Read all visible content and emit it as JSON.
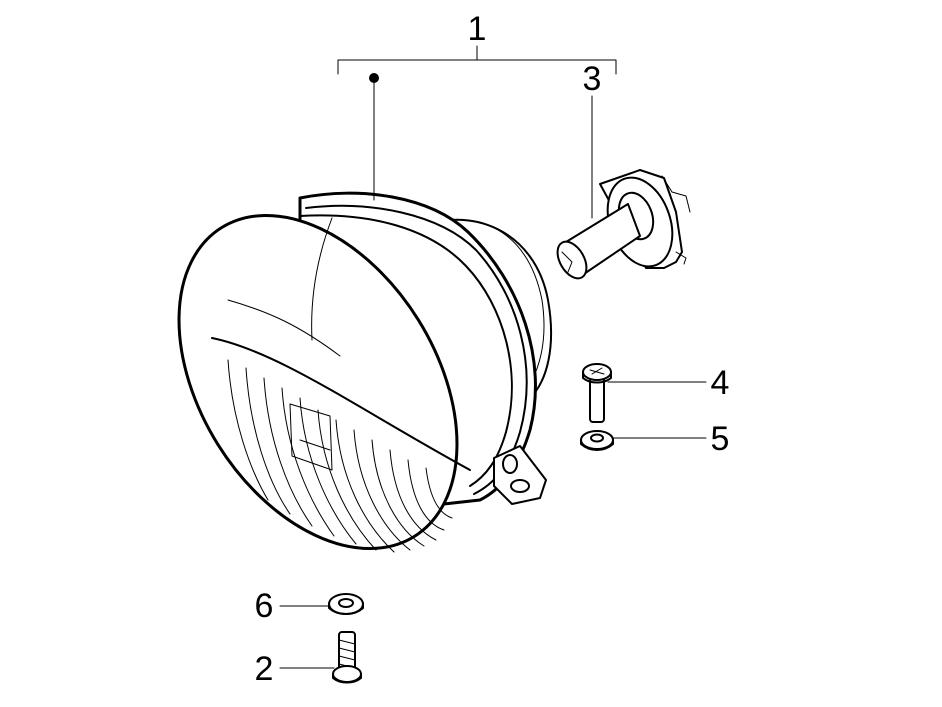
{
  "colors": {
    "ink": "#000000",
    "background": "#ffffff"
  },
  "callouts": {
    "headlight_assembly": "1",
    "screw_bottom": "2",
    "bulb": "3",
    "screw_right": "4",
    "washer_right": "5",
    "washer_bottom": "6"
  }
}
